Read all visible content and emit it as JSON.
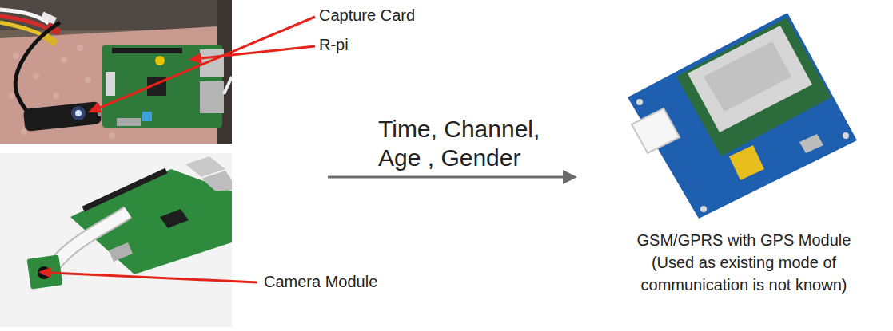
{
  "diagram": {
    "nodes": [
      {
        "text": [
          "Capture Card",
          "R-pi",
          "Camera Module"
        ]
      },
      {
        "text": [
          "GSM/GPRS with GPS Module (Used as existing mode of communication is not known)"
        ]
      }
    ],
    "edges": [
      {
        "from": 0,
        "to": 1,
        "arrow": "to",
        "label": "Time, Channel, Age , Gender"
      }
    ]
  }
}
